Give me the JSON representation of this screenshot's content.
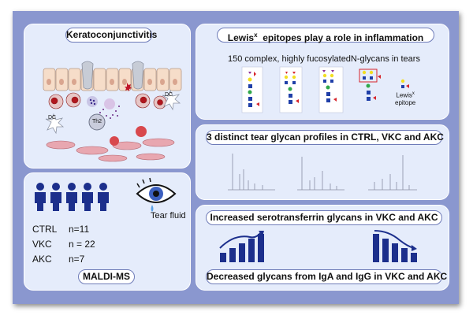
{
  "panels": {
    "kerato": {
      "title": "Keratoconjunctivitis",
      "cell_dc": "DC",
      "cell_th2": "Th2"
    },
    "cohort": {
      "tear_fluid": "Tear fluid",
      "groups": [
        {
          "name": "CTRL",
          "count": "n=11"
        },
        {
          "name": "VKC",
          "count": "n = 22"
        },
        {
          "name": "AKC",
          "count": "n=7"
        }
      ],
      "method": "MALDI-MS"
    },
    "lewis": {
      "title_main": "Lewis",
      "title_sup": "x",
      "title_rest": "  epitopes play a role in inflammation",
      "subtitle": "150 complex, highly fucosylatedN-glycans in tears",
      "epitope_label_main": "Lewis",
      "epitope_label_sup": "x",
      "epitope_label_second": "epitope"
    },
    "profiles": {
      "title": "3 distinct tear glycan profiles in CTRL, VKC and AKC"
    },
    "trends": {
      "increase": "Increased serotransferrin glycans in VKC and AKC",
      "decrease": "Decreased glycans from IgA and IgG in VKC and AKC"
    }
  },
  "colors": {
    "frame": "#8a97cf",
    "panel": "#e5ecfb",
    "glcnac": "#1f3fa8",
    "mannose": "#30a84a",
    "galactose": "#f2de22",
    "fucose": "#d6242b",
    "sialic": "#8b2b95",
    "bar": "#1c2f8c"
  }
}
